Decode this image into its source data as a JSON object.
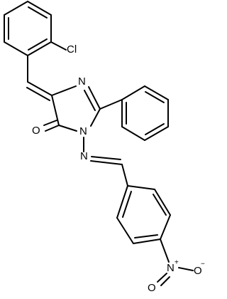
{
  "molecule": {
    "atoms": {
      "cl": "Cl",
      "n_ring_top": "N",
      "n_ring_mid": "N",
      "n_imine": "N",
      "o_carbonyl": "O",
      "n_nitro": "N",
      "n_nitro_charge": "+",
      "o_nitro_left": "O",
      "o_nitro_right": "O",
      "o_nitro_right_charge": "−"
    }
  }
}
